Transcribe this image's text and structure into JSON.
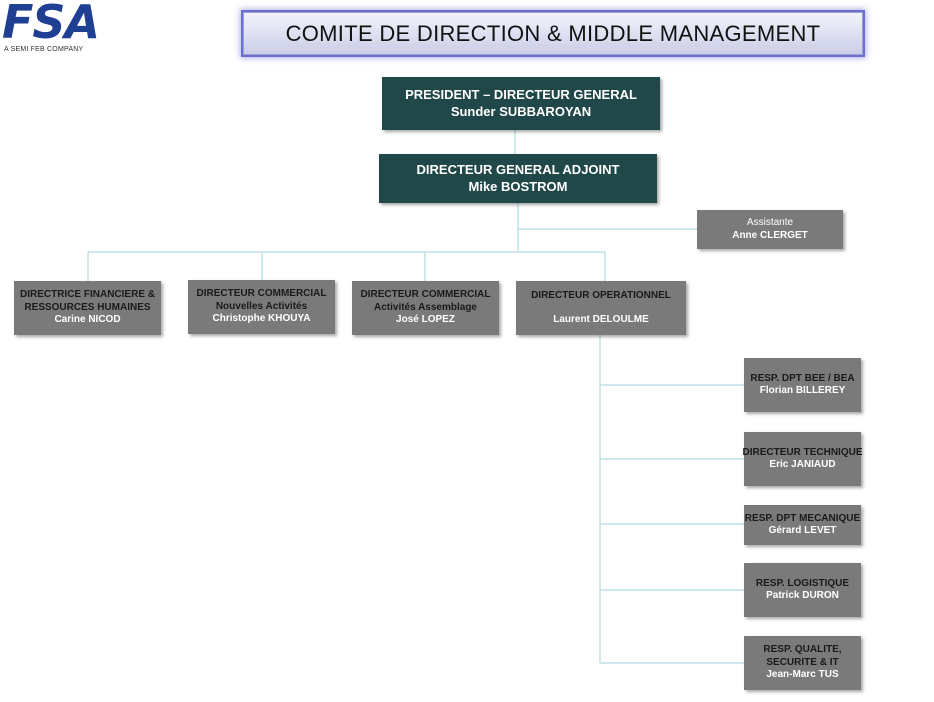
{
  "logo": {
    "text": "FSA",
    "tagline": "A SEMI FEB COMPANY"
  },
  "title": "COMITE DE DIRECTION & MIDDLE MANAGEMENT",
  "president": {
    "role": "PRESIDENT – DIRECTEUR GENERAL",
    "name": "Sunder SUBBAROYAN"
  },
  "deputy": {
    "role": "DIRECTEUR GENERAL ADJOINT",
    "name": "Mike BOSTROM"
  },
  "assistant": {
    "role": "Assistante",
    "name": "Anne CLERGET"
  },
  "directors": [
    {
      "line1": "DIRECTRICE FINANCIERE &",
      "line2": "RESSOURCES HUMAINES",
      "name": "Carine NICOD"
    },
    {
      "line1": "DIRECTEUR  COMMERCIAL",
      "line2": "Nouvelles Activités",
      "name": "Christophe KHOUYA"
    },
    {
      "line1": "DIRECTEUR COMMERCIAL",
      "line2": "Activités Assemblage",
      "name": "José LOPEZ"
    },
    {
      "line1": "DIRECTEUR OPERATIONNEL",
      "line2": "",
      "name": "Laurent DELOULME"
    }
  ],
  "operations_reports": [
    {
      "line1": "RESP. DPT BEE / BEA",
      "line2": "",
      "name": "Florian BILLEREY"
    },
    {
      "line1": "DIRECTEUR TECHNIQUE",
      "line2": "",
      "name": "Eric JANIAUD"
    },
    {
      "line1": "RESP. DPT MECANIQUE",
      "line2": "",
      "name": "Gérard LEVET"
    },
    {
      "line1": "RESP. LOGISTIQUE",
      "line2": "",
      "name": "Patrick DURON"
    },
    {
      "line1": "RESP. QUALITE,",
      "line2": "SECURITE & IT",
      "name": "Jean-Marc TUS"
    }
  ],
  "colors": {
    "dark_box": "#214849",
    "grey_box": "#7a7a7a",
    "connector": "#bfe0e6",
    "banner_glow": "#6a6fd8",
    "logo": "#1f3f93"
  }
}
